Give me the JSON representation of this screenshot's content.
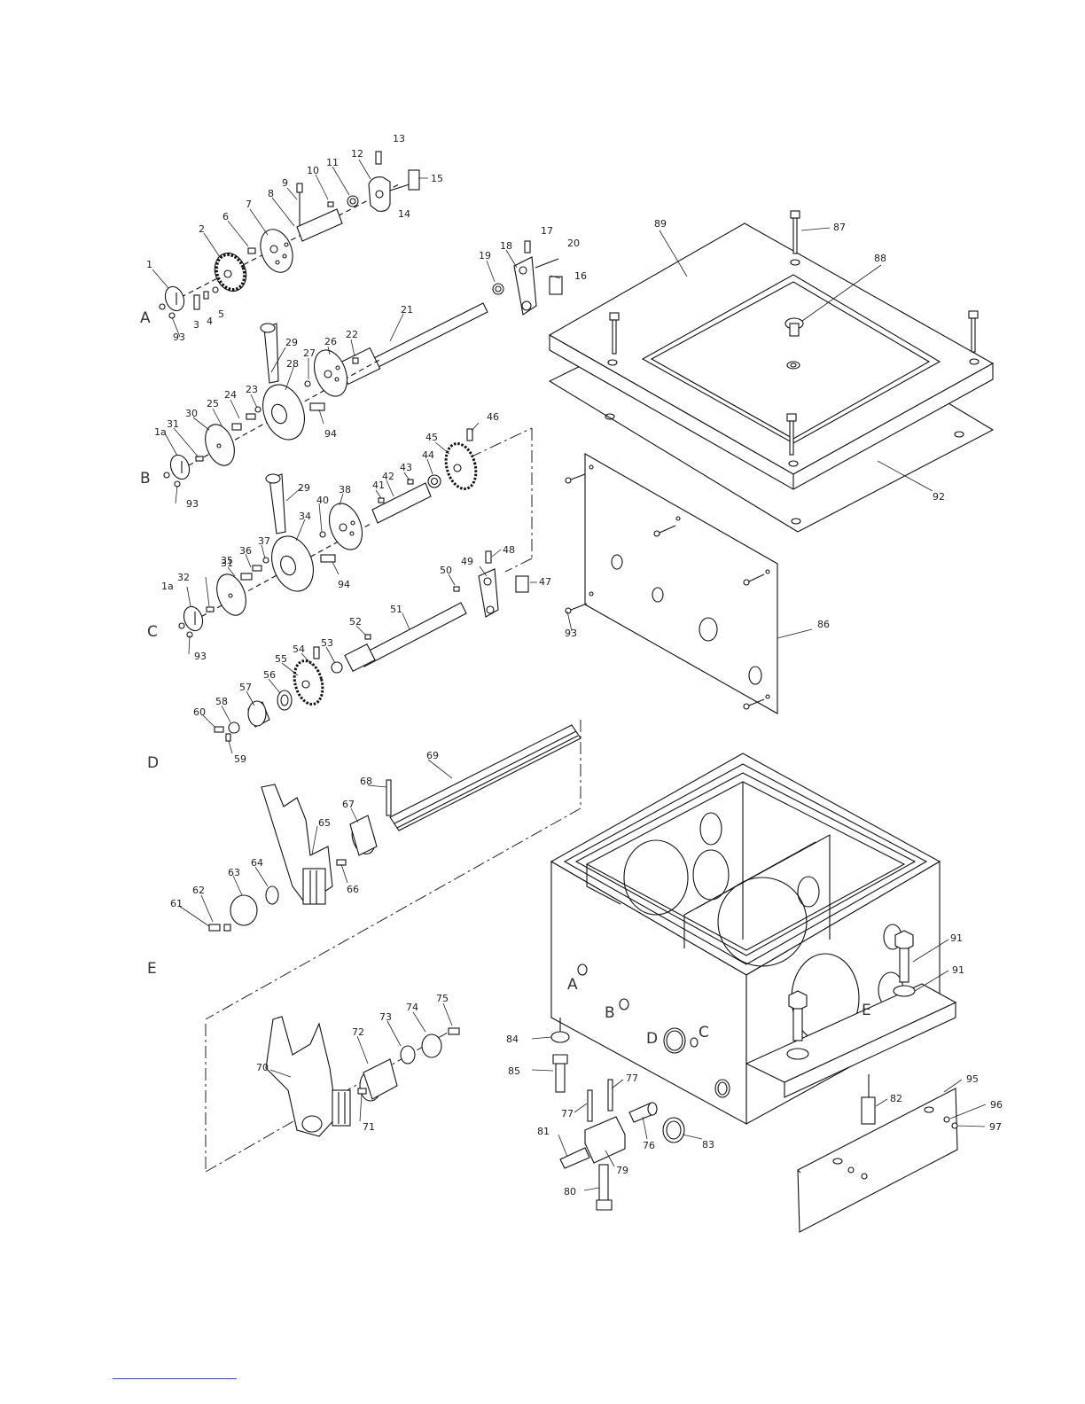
{
  "section_labels": [
    "A",
    "B",
    "C",
    "D",
    "E"
  ],
  "face_labels": [
    "A",
    "B",
    "D",
    "C",
    "E"
  ],
  "callouts": {
    "p1": "1",
    "p2": "2",
    "p3": "3",
    "p4": "4",
    "p5": "5",
    "p6": "6",
    "p7": "7",
    "p8": "8",
    "p9": "9",
    "p10": "10",
    "p11": "11",
    "p12": "12",
    "p13": "13",
    "p14": "14",
    "p15": "15",
    "p16": "16",
    "p17": "17",
    "p18": "18",
    "p19": "19",
    "p20": "20",
    "p21": "21",
    "p22": "22",
    "p23": "23",
    "p24": "24",
    "p25": "25",
    "p26": "26",
    "p27": "27",
    "p28": "28",
    "p29a": "29",
    "p29b": "29",
    "p1a_b": "1a",
    "p1a_c": "1a",
    "p30": "30",
    "p31a": "31",
    "p31b": "31",
    "p32": "32",
    "p34": "34",
    "p35": "35",
    "p36": "36",
    "p37": "37",
    "p38": "38",
    "p40": "40",
    "p41": "41",
    "p42": "42",
    "p43": "43",
    "p44": "44",
    "p45": "45",
    "p46": "46",
    "p47": "47",
    "p48": "48",
    "p49": "49",
    "p50": "50",
    "p51": "51",
    "p52": "52",
    "p53": "53",
    "p54": "54",
    "p55": "55",
    "p56": "56",
    "p57": "57",
    "p58": "58",
    "p59": "59",
    "p60": "60",
    "p61": "61",
    "p62": "62",
    "p63": "63",
    "p64": "64",
    "p65": "65",
    "p66": "66",
    "p67": "67",
    "p68": "68",
    "p69": "69",
    "p70": "70",
    "p71": "71",
    "p72": "72",
    "p73": "73",
    "p74": "74",
    "p75": "75",
    "p76": "76",
    "p77a": "77",
    "p77b": "77",
    "p79": "79",
    "p80": "80",
    "p81": "81",
    "p82": "82",
    "p83": "83",
    "p84": "84",
    "p85": "85",
    "p86": "86",
    "p87": "87",
    "p88": "88",
    "p89": "89",
    "p91a": "91",
    "p91b": "91",
    "p92": "92",
    "p93a": "93",
    "p93b": "93",
    "p93c": "93",
    "p93d": "93",
    "p94a": "94",
    "p94b": "94",
    "p95": "95",
    "p96": "96",
    "p97": "97"
  }
}
